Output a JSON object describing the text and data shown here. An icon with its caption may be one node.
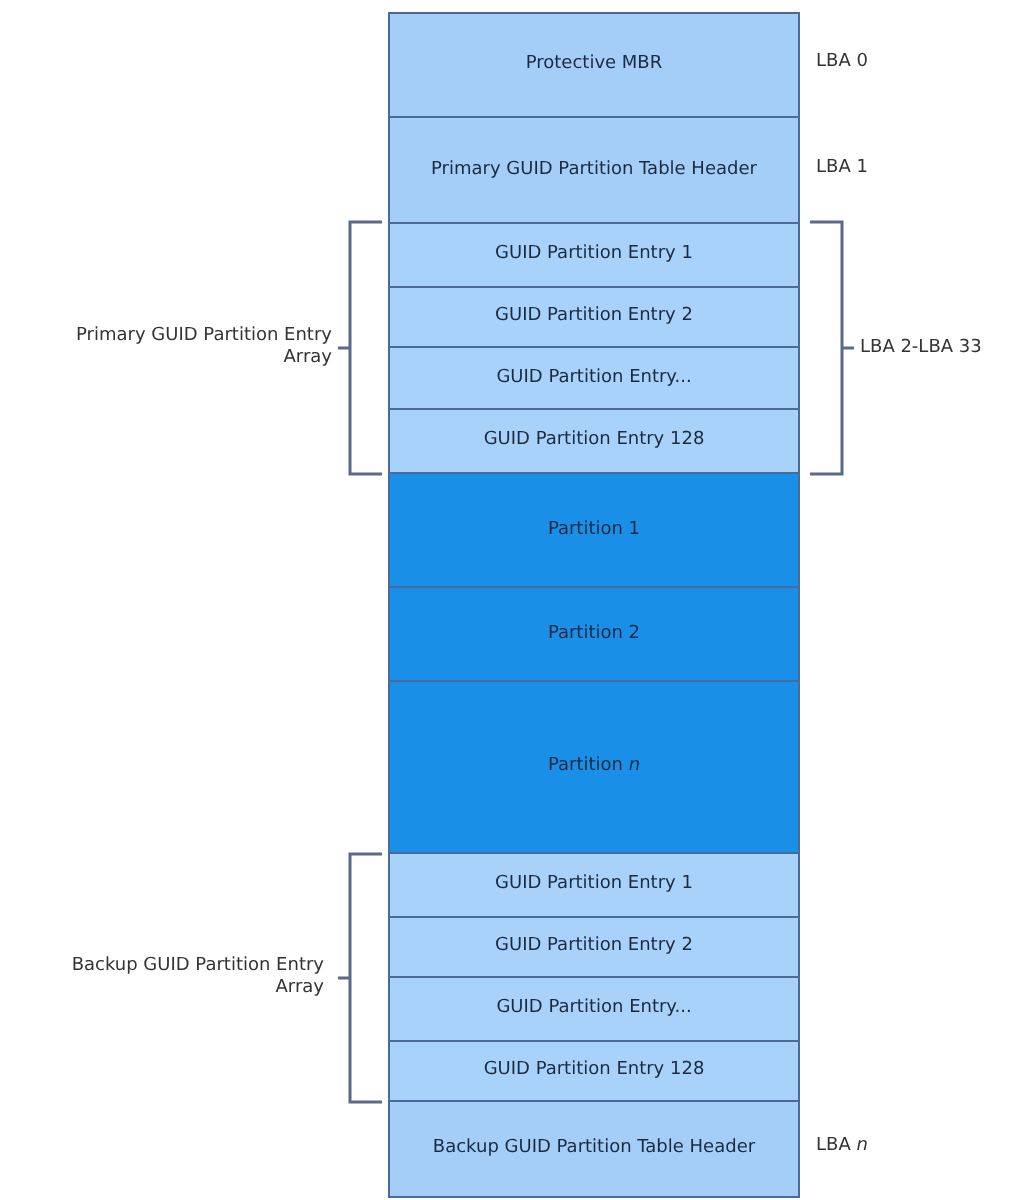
{
  "diagram": {
    "nodes": [
      {
        "text": [
          "Protective MBR"
        ],
        "beside": [
          "LBA 0"
        ]
      },
      {
        "text": [
          "Primary GUID Partition Table Header"
        ],
        "beside": [
          "LBA 1"
        ]
      },
      {
        "text": [
          "GUID Partition Entry 1"
        ]
      },
      {
        "text": [
          "GUID Partition Entry 2"
        ]
      },
      {
        "text": [
          "GUID Partition Entry..."
        ]
      },
      {
        "text": [
          "GUID Partition Entry 128"
        ]
      },
      {
        "text": [
          "Partition 1"
        ]
      },
      {
        "text": [
          "Partition 2"
        ]
      },
      {
        "text": [
          "Partition *n*"
        ]
      },
      {
        "text": [
          "GUID Partition Entry 1"
        ]
      },
      {
        "text": [
          "GUID Partition Entry 2"
        ]
      },
      {
        "text": [
          "GUID Partition Entry..."
        ]
      },
      {
        "text": [
          "GUID Partition Entry 128"
        ]
      },
      {
        "text": [
          "Backup GUID Partition Table Header"
        ],
        "beside": [
          "LBA *n*"
        ]
      }
    ],
    "labels": [
      "Primary GUID Partition Entry Array",
      "LBA 2-LBA 33",
      "Backup GUID Partition Entry Array"
    ]
  }
}
